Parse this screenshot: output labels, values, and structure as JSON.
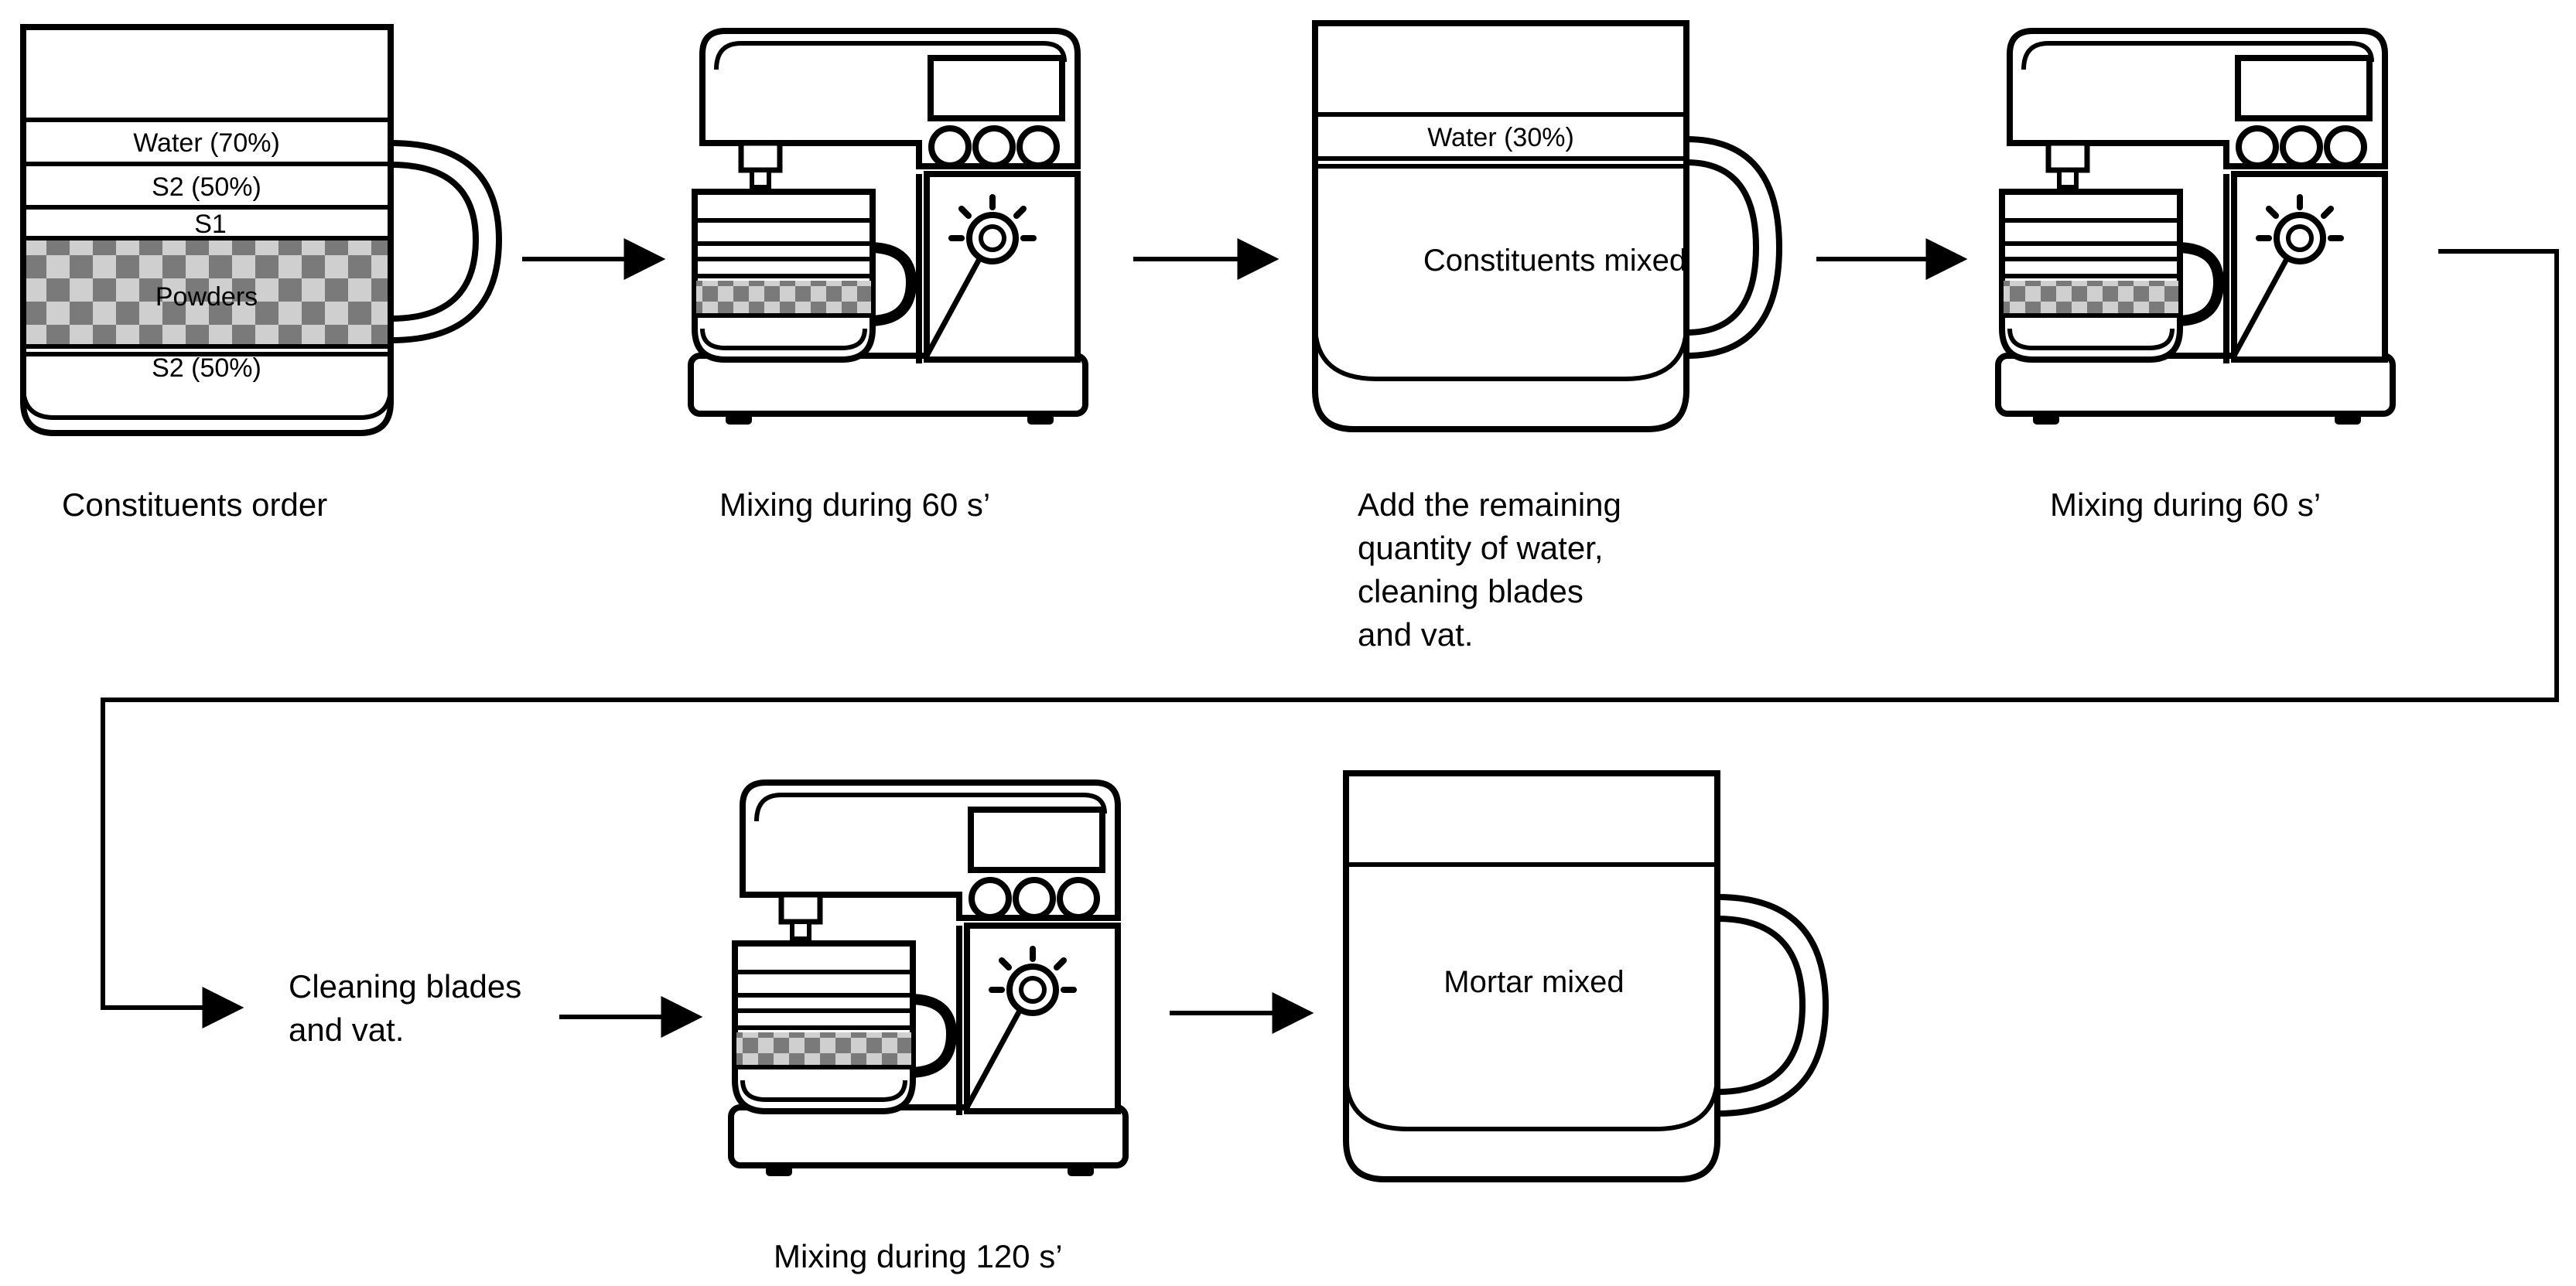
{
  "step1": {
    "layers": {
      "water70": "Water (70%)",
      "s2_top": "S2 (50%)",
      "s1": "S1",
      "powders": "Powders",
      "s2_bottom": "S2 (50%)"
    },
    "caption": "Constituents order"
  },
  "step2": {
    "caption": "Mixing during 60 s’"
  },
  "step3": {
    "layers": {
      "water30": "Water (30%)"
    },
    "body_label": "Constituents mixed",
    "caption_lines": [
      "Add the remaining",
      "quantity of water,",
      "cleaning blades",
      "and vat."
    ]
  },
  "step4": {
    "caption": "Mixing during 60 s’"
  },
  "step5": {
    "caption_lines": [
      "Cleaning blades",
      "and vat."
    ]
  },
  "step6": {
    "caption": "Mixing during 120 s’"
  },
  "step7": {
    "body_label": "Mortar mixed"
  },
  "colors": {
    "stroke": "#000000",
    "checker_dark": "#7a7a7a",
    "checker_light": "#c8c8c8",
    "background": "#ffffff"
  }
}
